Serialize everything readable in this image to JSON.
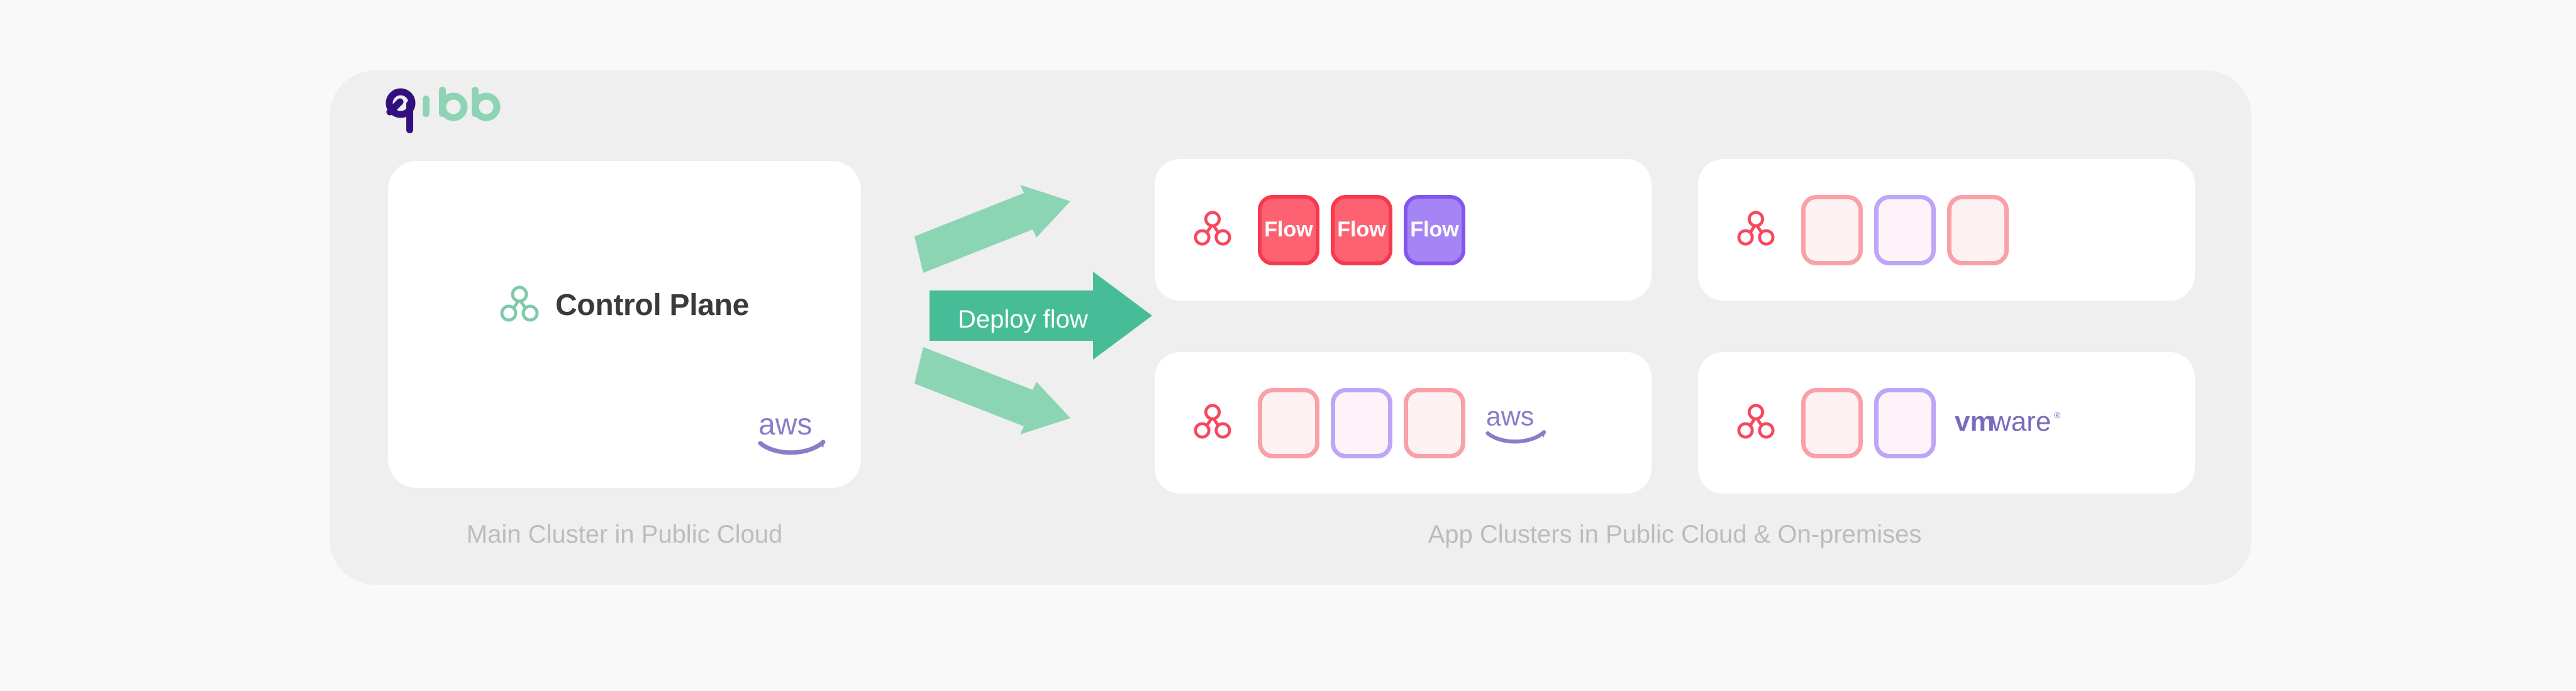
{
  "brand": {
    "logo_text": "qibb",
    "logo_dark_part": "q",
    "logo_light_part": "ibb",
    "logo_dark_color": "#34107e",
    "logo_light_color": "#8ed4b4"
  },
  "colors": {
    "page_background": "#f9f9fa",
    "panel_background": "#efefef",
    "card_background": "#ffffff",
    "accent_green": "#46bd96",
    "accent_green_light": "#8bd4b4",
    "node_red_fill": "#fc6271",
    "node_red_border": "#f6394f",
    "node_purple_fill": "#a585f5",
    "node_purple_border": "#8355ef",
    "node_outline_red": "#f9a0a8",
    "node_outline_purple": "#bda6f7",
    "cluster_icon_green": "#7ec9aa",
    "cluster_icon_red": "#f8475c",
    "caption_gray": "#bcbcbc",
    "title_dark": "#3a3a3a",
    "aws_purple": "#8b7cc8",
    "vmware_purple": "#7b6bbd"
  },
  "control_plane": {
    "title": "Control Plane",
    "icon": "cluster-icon",
    "cloud_logo": "aws-logo",
    "cloud_logo_text": "aws"
  },
  "arrows": {
    "top": {
      "name": "deploy-arrow-top",
      "label": ""
    },
    "middle": {
      "name": "deploy-arrow-main",
      "label": "Deploy flow"
    },
    "bottom": {
      "name": "deploy-arrow-bottom",
      "label": ""
    }
  },
  "app_clusters": [
    {
      "id": "cluster-top-left",
      "icon": "cluster-icon",
      "cloud_logo": null,
      "cloud_logo_text": "",
      "nodes": [
        {
          "label": "Flow",
          "style": "filled-red"
        },
        {
          "label": "Flow",
          "style": "filled-red"
        },
        {
          "label": "Flow",
          "style": "filled-purple"
        }
      ]
    },
    {
      "id": "cluster-top-right",
      "icon": "cluster-icon",
      "cloud_logo": null,
      "cloud_logo_text": "",
      "nodes": [
        {
          "label": "",
          "style": "outline-red"
        },
        {
          "label": "",
          "style": "outline-purple"
        },
        {
          "label": "",
          "style": "outline-red"
        }
      ]
    },
    {
      "id": "cluster-bottom-left",
      "icon": "cluster-icon",
      "cloud_logo": "aws-logo",
      "cloud_logo_text": "aws",
      "nodes": [
        {
          "label": "",
          "style": "outline-red"
        },
        {
          "label": "",
          "style": "outline-purple"
        },
        {
          "label": "",
          "style": "outline-red"
        }
      ]
    },
    {
      "id": "cluster-bottom-right",
      "icon": "cluster-icon",
      "cloud_logo": "vmware-logo",
      "cloud_logo_text": "vmware",
      "nodes": [
        {
          "label": "",
          "style": "outline-red"
        },
        {
          "label": "",
          "style": "outline-purple"
        }
      ]
    }
  ],
  "captions": {
    "left": "Main Cluster in Public Cloud",
    "right": "App Clusters in Public Cloud & On-premises"
  }
}
